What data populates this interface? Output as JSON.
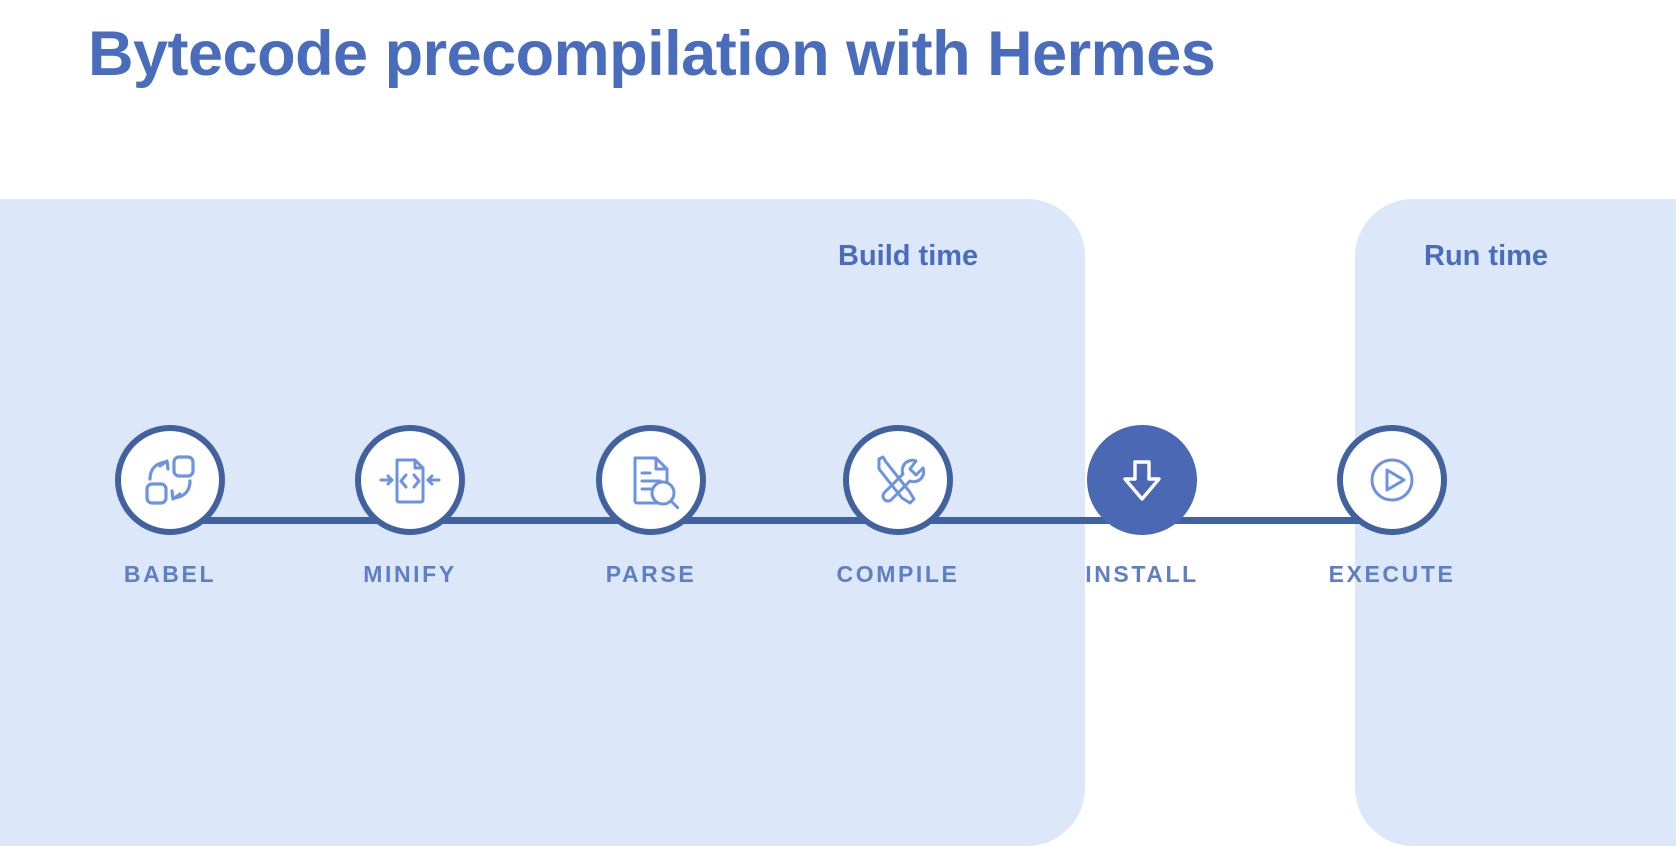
{
  "page": {
    "title": "Bytecode precompilation with Hermes",
    "background_color": "#ffffff",
    "title_color": "#4a6cbd"
  },
  "diagram": {
    "type": "pipeline",
    "panel_color": "#dde7fa",
    "line_color": "#41629f",
    "accent_color": "#4a68b3",
    "label_color": "#5e7fc4",
    "phases": [
      {
        "id": "build",
        "label": "Build time"
      },
      {
        "id": "run",
        "label": "Run time"
      }
    ],
    "steps": [
      {
        "label": "BABEL",
        "icon": "transform-squares-arrows-icon",
        "phase": "build",
        "highlighted": false
      },
      {
        "label": "MINIFY",
        "icon": "document-code-compress-icon",
        "phase": "build",
        "highlighted": false
      },
      {
        "label": "PARSE",
        "icon": "document-magnifier-icon",
        "phase": "build",
        "highlighted": false
      },
      {
        "label": "COMPILE",
        "icon": "screwdriver-wrench-icon",
        "phase": "build",
        "highlighted": false
      },
      {
        "label": "INSTALL",
        "icon": "download-arrow-icon",
        "phase": "between",
        "highlighted": true
      },
      {
        "label": "EXECUTE",
        "icon": "play-circle-icon",
        "phase": "run",
        "highlighted": false
      }
    ]
  }
}
